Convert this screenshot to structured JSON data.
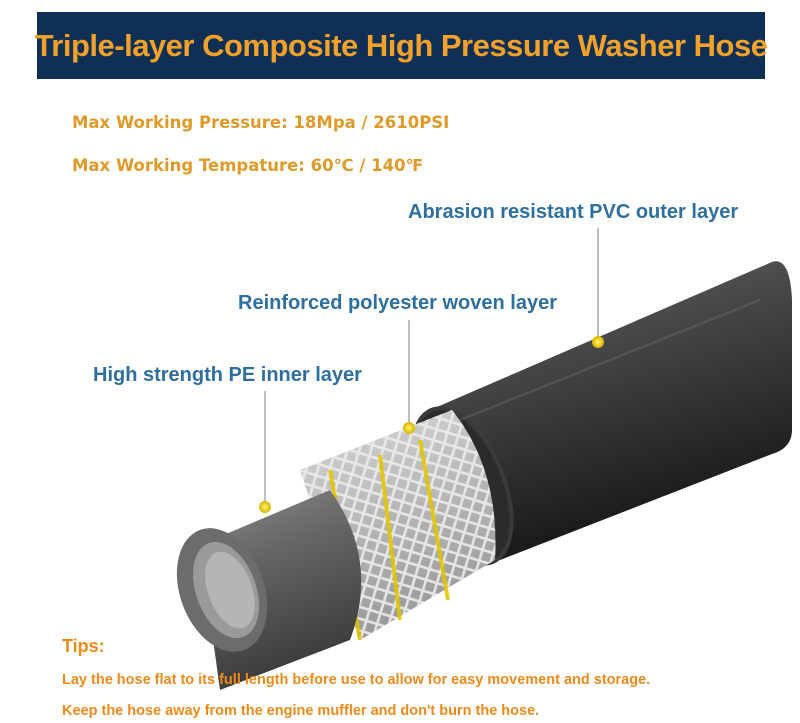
{
  "banner": {
    "title": "Triple-layer Composite High Pressure Washer Hose"
  },
  "specs": [
    {
      "text": "Max Working Pressure: 18Mpa / 2610PSI"
    },
    {
      "text": "Max Working Tempature: 60℃ / 140℉"
    }
  ],
  "layers": {
    "outer": "Abrasion resistant PVC outer layer",
    "woven": "Reinforced polyester woven layer",
    "inner": "High strength PE inner layer"
  },
  "tips": {
    "title": "Tips:",
    "items": [
      "Lay the hose flat to its full length before use to allow for easy movement and storage.",
      "Keep the hose away from the engine muffler and don't burn the hose."
    ]
  },
  "colors": {
    "banner_bg": "#0f2f55",
    "banner_text": "#f2a22a",
    "callout_text": "#2f6f9f",
    "tips_text": "#f08a1c",
    "marker": "#e8d21a"
  }
}
